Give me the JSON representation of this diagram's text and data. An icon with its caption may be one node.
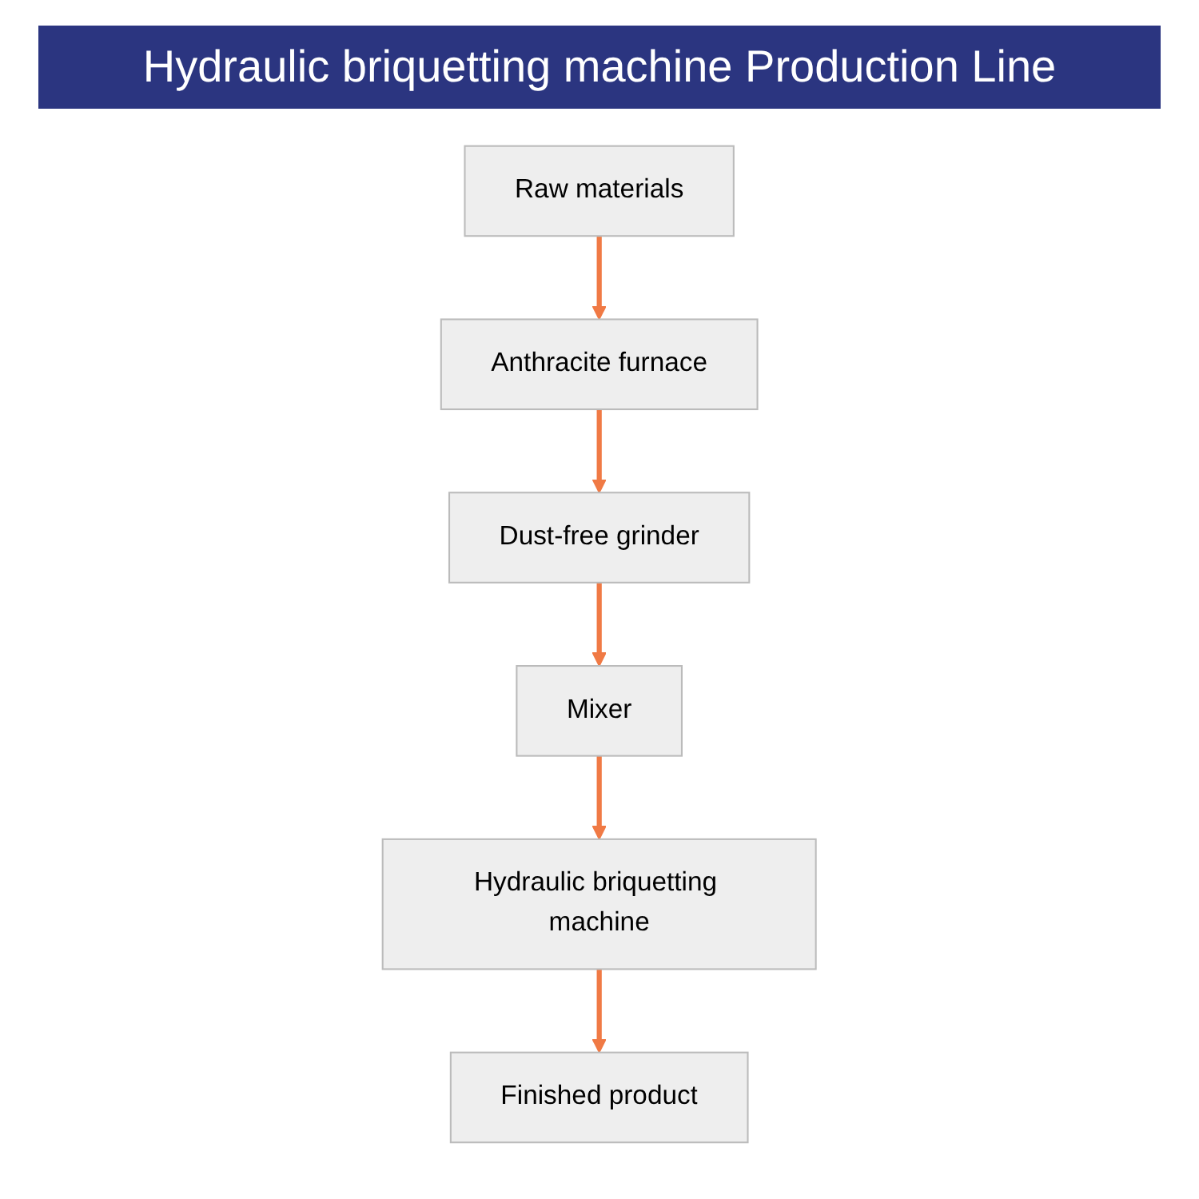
{
  "diagram": {
    "title": "Hydraulic briquetting machine  Production Line",
    "nodes": [
      {
        "text": [
          "Raw materials"
        ]
      },
      {
        "text": [
          "Anthracite furnace"
        ]
      },
      {
        "text": [
          "Dust-free grinder"
        ]
      },
      {
        "text": [
          "Mixer"
        ]
      },
      {
        "text": [
          "Hydraulic briquetting machine"
        ]
      },
      {
        "text": [
          "Finished product"
        ]
      }
    ],
    "edges": [
      {
        "from": 0,
        "to": 1,
        "arrow": "to"
      },
      {
        "from": 1,
        "to": 2,
        "arrow": "to"
      },
      {
        "from": 2,
        "to": 3,
        "arrow": "to"
      },
      {
        "from": 3,
        "to": 4,
        "arrow": "to"
      },
      {
        "from": 4,
        "to": 5,
        "arrow": "to"
      }
    ]
  }
}
